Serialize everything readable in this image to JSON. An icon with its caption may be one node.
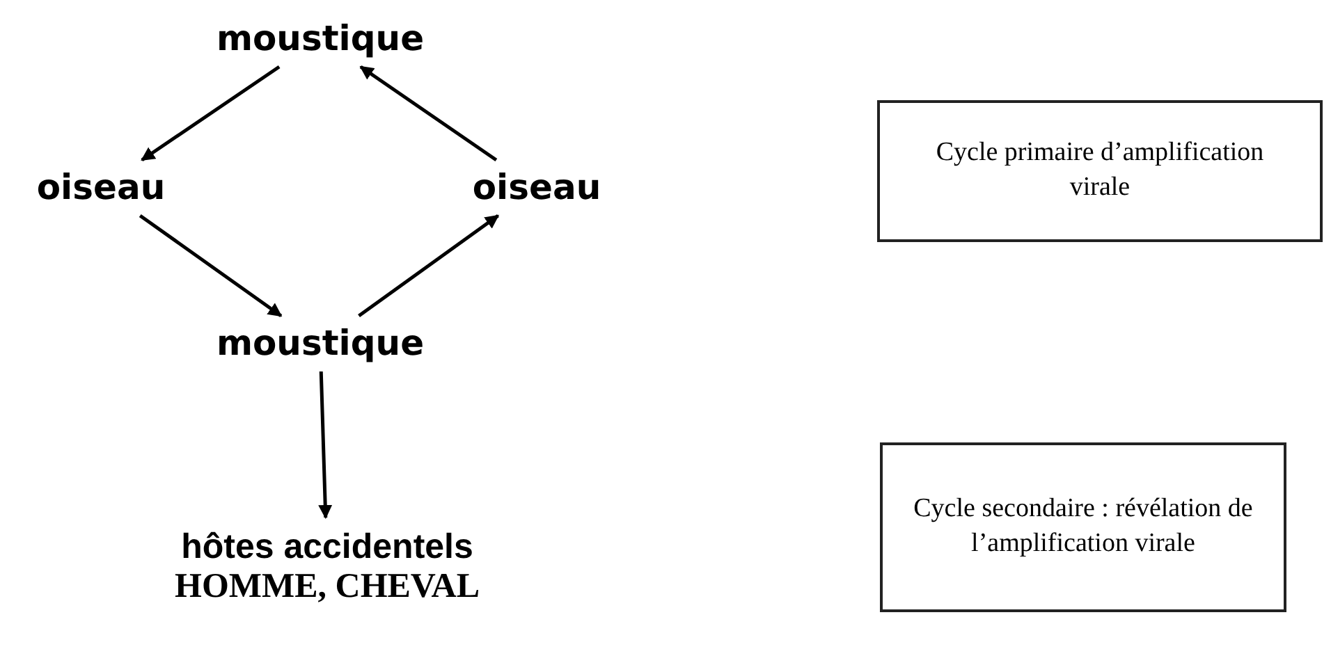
{
  "diagram": {
    "nodes": [
      {
        "text": [
          "moustique"
        ]
      },
      {
        "text": [
          "oiseau"
        ]
      },
      {
        "text": [
          "oiseau"
        ]
      },
      {
        "text": [
          "moustique"
        ]
      },
      {
        "text": [
          "hôtes accidentels",
          "HOMME, CHEVAL"
        ]
      },
      {
        "text": [
          "Cycle primaire d’amplification virale"
        ]
      },
      {
        "text": [
          "Cycle secondaire : révélation de l’amplification virale"
        ]
      }
    ],
    "edges": [
      {
        "from": 0,
        "to": 1,
        "arrow": "to"
      },
      {
        "from": 1,
        "to": 3,
        "arrow": "to"
      },
      {
        "from": 3,
        "to": 2,
        "arrow": "to"
      },
      {
        "from": 2,
        "to": 0,
        "arrow": "to"
      },
      {
        "from": 3,
        "to": 4,
        "arrow": "to"
      }
    ]
  }
}
